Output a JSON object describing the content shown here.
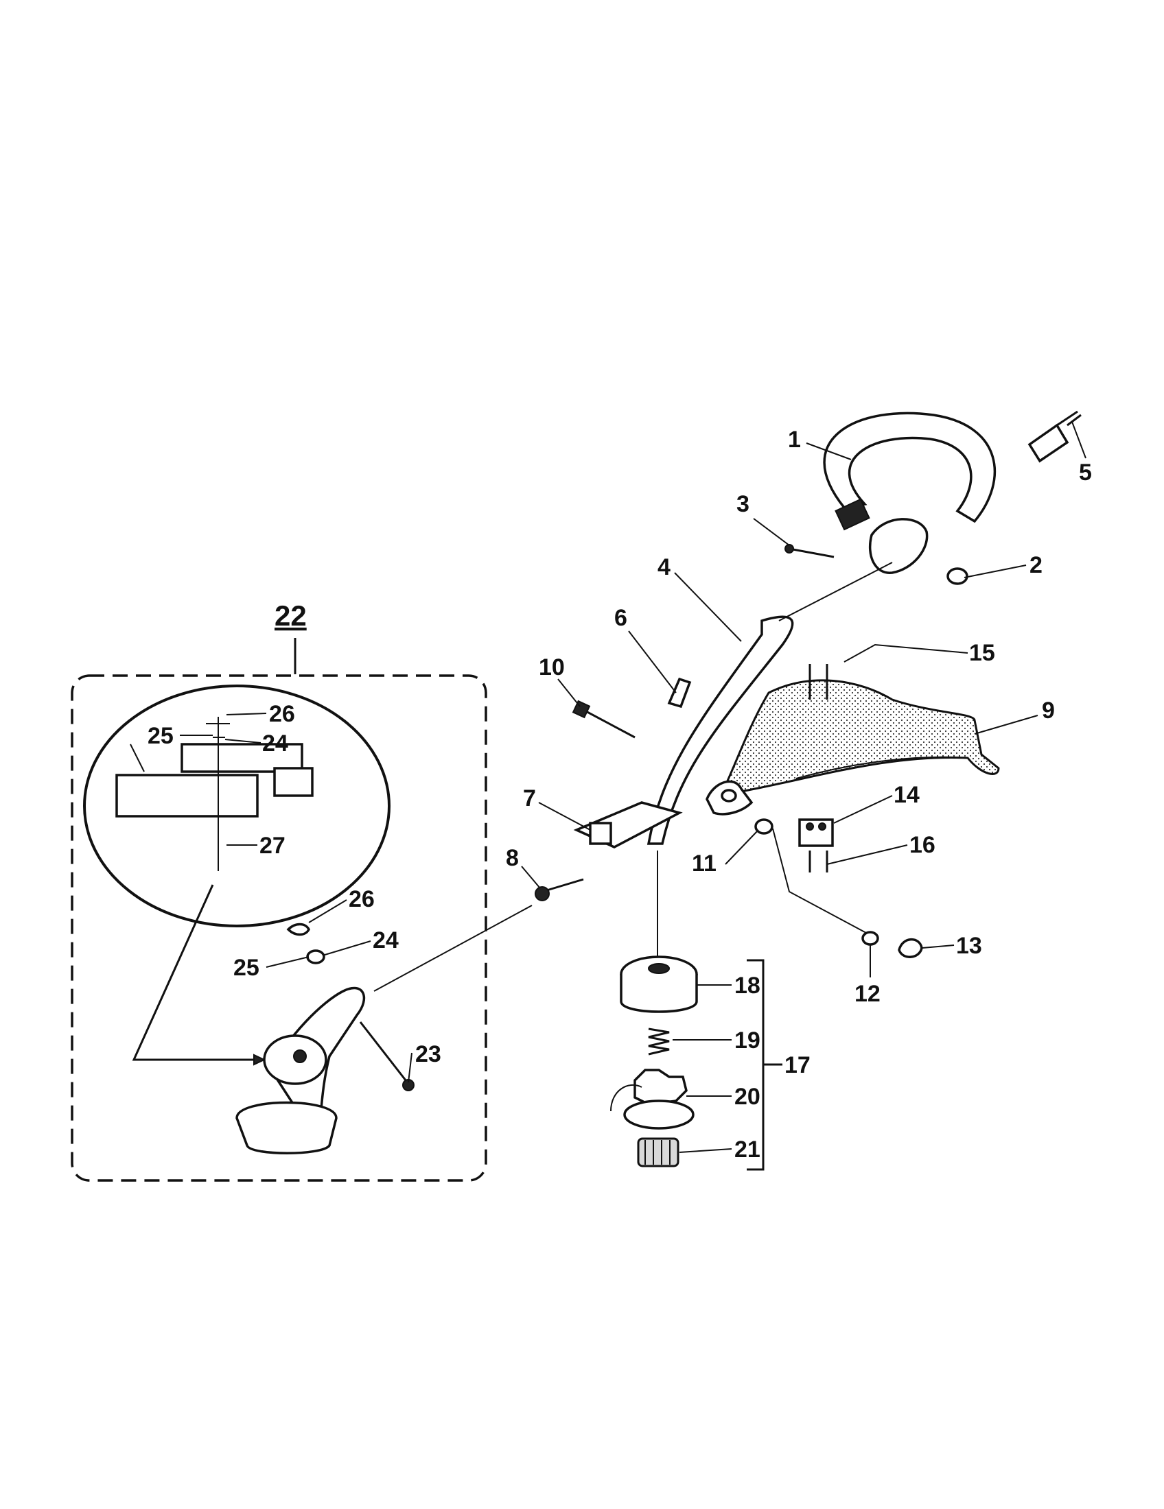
{
  "callouts": {
    "c1": "1",
    "c2": "2",
    "c3": "3",
    "c4": "4",
    "c5": "5",
    "c6": "6",
    "c7": "7",
    "c8": "8",
    "c9": "9",
    "c10": "10",
    "c11": "11",
    "c12": "12",
    "c13": "13",
    "c14": "14",
    "c15": "15",
    "c16": "16",
    "c17": "17",
    "c18": "18",
    "c19": "19",
    "c20": "20",
    "c21": "21",
    "c22": "22",
    "c23": "23",
    "c24a": "24",
    "c25a": "25",
    "c26a": "26",
    "c27": "27",
    "c24b": "24",
    "c25b": "25",
    "c26b": "26"
  },
  "colors": {
    "ink": "#111111",
    "shade": "#d9d9d9",
    "paper": "#ffffff"
  }
}
